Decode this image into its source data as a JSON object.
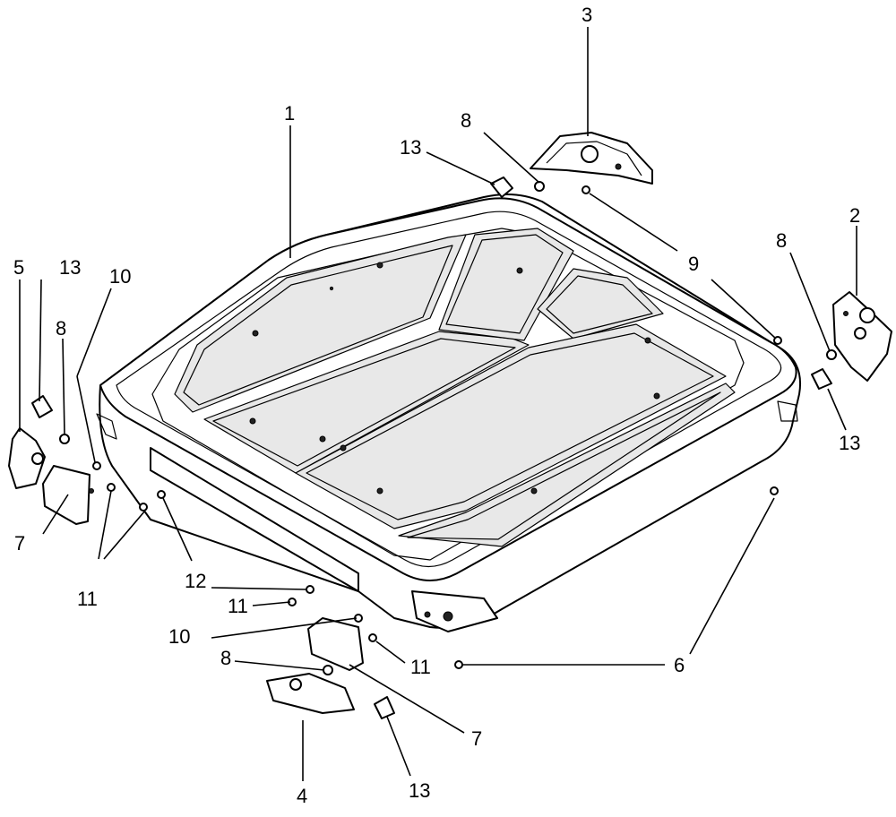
{
  "callouts": {
    "c1": "1",
    "c2": "2",
    "c3": "3",
    "c4": "4",
    "c5": "5",
    "c6": "6",
    "c7a": "7",
    "c7b": "7",
    "c8a": "8",
    "c8b": "8",
    "c8c": "8",
    "c8d": "8",
    "c9": "9",
    "c10a": "10",
    "c10b": "10",
    "c11a": "11",
    "c11b": "11",
    "c11c": "11",
    "c12": "12",
    "c13a": "13",
    "c13b": "13",
    "c13c": "13",
    "c13d": "13"
  }
}
